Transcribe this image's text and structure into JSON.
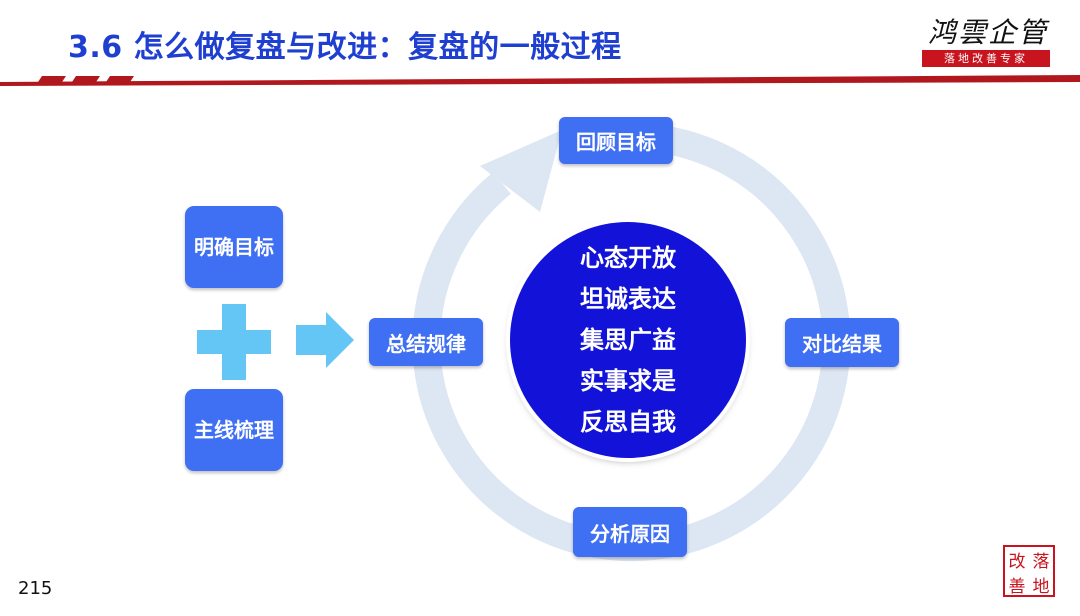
{
  "header": {
    "title": "3.6 怎么做复盘与改进：复盘的一般过程",
    "logo_name": "鸿雲企管",
    "logo_tagline": "落地改善专家",
    "accent_color": "#b0181e",
    "title_color": "#1f3fd1"
  },
  "diagram": {
    "left_top": "明确目标",
    "left_bottom": "主线梳理",
    "plus_icon": "plus-icon",
    "arrow_icon": "right-arrow-icon",
    "cycle_steps": {
      "top": "回顾目标",
      "right": "对比结果",
      "bottom": "分析原因",
      "left": "总结规律"
    },
    "center_lines": [
      "心态开放",
      "坦诚表达",
      "集思广益",
      "实事求是",
      "反思自我"
    ],
    "box_color": "#3f6ff2",
    "circle_color": "#1212d8",
    "ring_color": "#dde6f3",
    "plus_color": "#63c6f4"
  },
  "footer": {
    "page_number": "215",
    "seal_chars": [
      "改",
      "落",
      "善",
      "地"
    ]
  }
}
